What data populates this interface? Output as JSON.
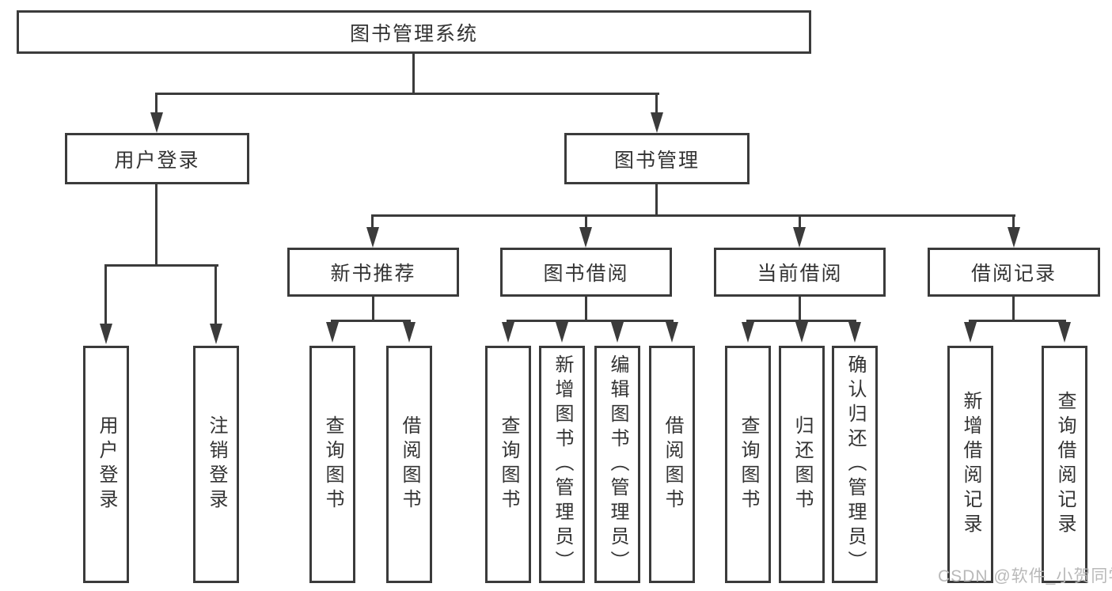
{
  "tree": {
    "root": {
      "label": "图书管理系统"
    },
    "children": [
      {
        "label": "用户登录",
        "children": [
          {
            "label": "用户登录"
          },
          {
            "label": "注销登录"
          }
        ]
      },
      {
        "label": "图书管理",
        "children": [
          {
            "label": "新书推荐",
            "children": [
              {
                "label": "查询图书"
              },
              {
                "label": "借阅图书"
              }
            ]
          },
          {
            "label": "图书借阅",
            "children": [
              {
                "label": "查询图书"
              },
              {
                "label": "新增图书（管理员）"
              },
              {
                "label": "编辑图书（管理员）"
              },
              {
                "label": "借阅图书"
              }
            ]
          },
          {
            "label": "当前借阅",
            "children": [
              {
                "label": "查询图书"
              },
              {
                "label": "归还图书"
              },
              {
                "label": "确认归还（管理员）"
              }
            ]
          },
          {
            "label": "借阅记录",
            "children": [
              {
                "label": "新增借阅记录"
              },
              {
                "label": "查询借阅记录"
              }
            ]
          }
        ]
      }
    ]
  },
  "watermark": "CSDN @软件_小贺同学",
  "colors": {
    "line": "#3b3b3b",
    "text": "#333333",
    "watermark": "#b9b9b9",
    "background": "#ffffff"
  }
}
